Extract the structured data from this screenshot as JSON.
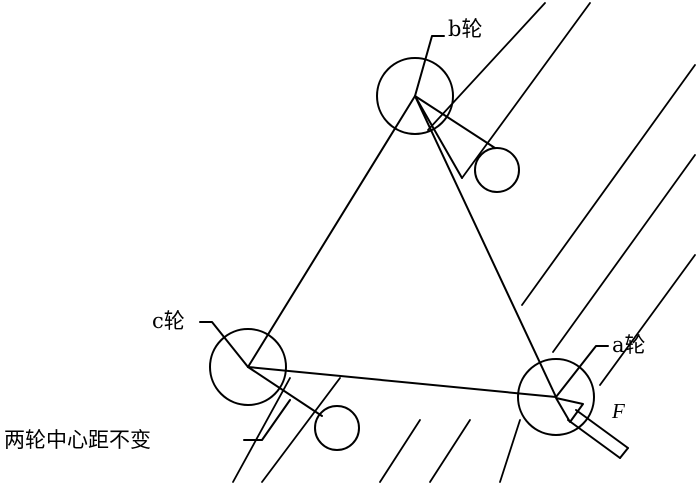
{
  "diagram": {
    "labels": {
      "wheel_b": "b轮",
      "wheel_c": "c轮",
      "wheel_a": "a轮",
      "force": "F",
      "note": "两轮中心距不变"
    }
  }
}
